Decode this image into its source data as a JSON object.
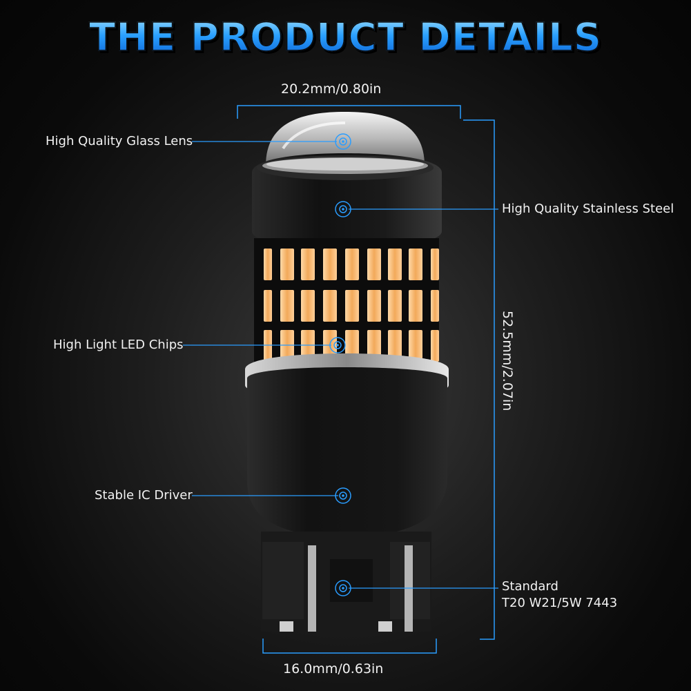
{
  "title": "THE PRODUCT DETAILS",
  "dimensions": {
    "top_width": "20.2mm/0.80in",
    "height": "52.5mm/2.07in",
    "bottom_width": "16.0mm/0.63in"
  },
  "callouts": {
    "glass_lens": "High Quality Glass Lens",
    "stainless_steel": "High Quality Stainless Steel",
    "led_chips": "High Light LED Chips",
    "ic_driver": "Stable IC Driver",
    "standard_line1": "Standard",
    "standard_line2": "T20 W21/5W 7443"
  },
  "colors": {
    "accent_blue": "#2a9dff",
    "led_amber": "#f0b070",
    "bulb_body": "#151515"
  }
}
